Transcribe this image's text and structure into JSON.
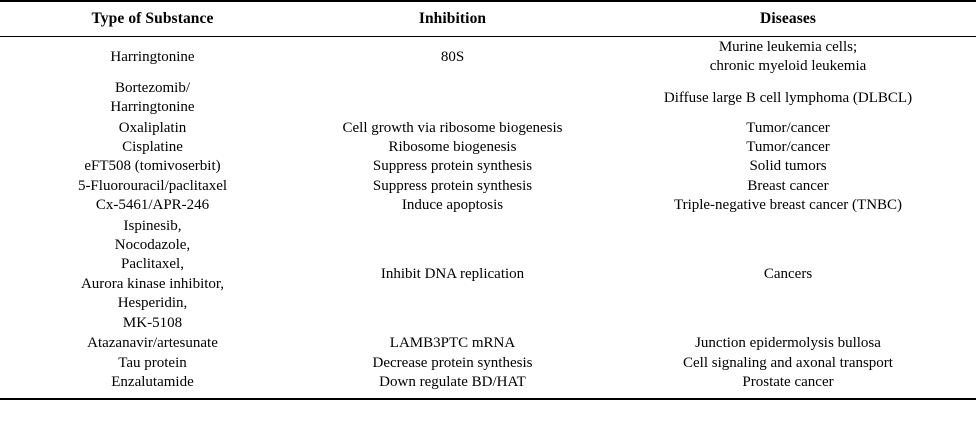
{
  "table": {
    "headers": [
      "Type of Substance",
      "Inhibition",
      "Diseases"
    ],
    "rows": [
      {
        "substance": "Harringtonine",
        "inhibition": "80S",
        "diseases": "Murine leukemia cells;\nchronic myeloid leukemia"
      },
      {
        "substance": "Bortezomib/\nHarringtonine",
        "inhibition": "",
        "diseases": "Diffuse large B cell lymphoma (DLBCL)"
      },
      {
        "substance": "Oxaliplatin",
        "inhibition": "Cell growth via ribosome biogenesis",
        "diseases": "Tumor/cancer"
      },
      {
        "substance": "Cisplatine",
        "inhibition": "Ribosome biogenesis",
        "diseases": "Tumor/cancer"
      },
      {
        "substance": "eFT508 (tomivoserbit)",
        "inhibition": "Suppress protein synthesis",
        "diseases": "Solid tumors"
      },
      {
        "substance": "5-Fluorouracil/paclitaxel",
        "inhibition": "Suppress protein synthesis",
        "diseases": "Breast cancer"
      },
      {
        "substance": "Cx-5461/APR-246",
        "inhibition": "Induce apoptosis",
        "diseases": "Triple-negative breast cancer (TNBC)"
      },
      {
        "substance": "Ispinesib,\nNocodazole,\nPaclitaxel,\nAurora kinase inhibitor,\nHesperidin,\nMK-5108",
        "inhibition": "Inhibit DNA replication",
        "diseases": "Cancers"
      },
      {
        "substance": "Atazanavir/artesunate",
        "inhibition": "LAMB3PTC mRNA",
        "diseases": "Junction epidermolysis bullosa"
      },
      {
        "substance": "Tau protein",
        "inhibition": "Decrease protein synthesis",
        "diseases": "Cell signaling and axonal transport"
      },
      {
        "substance": "Enzalutamide",
        "inhibition": "Down regulate BD/HAT",
        "diseases": "Prostate cancer"
      }
    ]
  },
  "style": {
    "rule_color": "#000000",
    "text_color": "#000000",
    "background": "#ffffff"
  }
}
